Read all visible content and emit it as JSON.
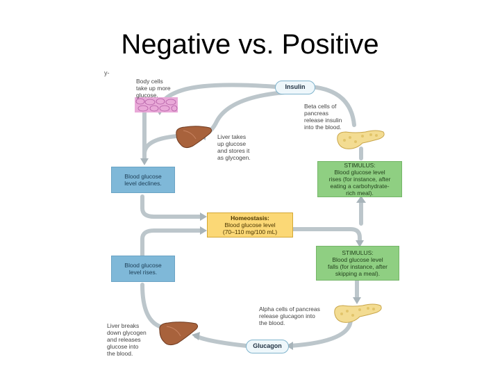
{
  "title": "Negative vs. Positive",
  "corner_mark": "y-",
  "hormones": {
    "insulin": "Insulin",
    "glucagon": "Glucagon"
  },
  "notes": {
    "body_cells": "Body cells\ntake up more\nglucose.",
    "liver_takes": "Liver takes\nup glucose\nand stores it\nas glycogen.",
    "beta_cells": "Beta cells of\npancreas\nrelease insulin\ninto the blood.",
    "alpha_cells": "Alpha cells of pancreas\nrelease glucagon into\nthe blood.",
    "liver_breaks": "Liver breaks\ndown glycogen\nand releases\nglucose into\nthe blood."
  },
  "boxes": {
    "declines": "Blood glucose\nlevel declines.",
    "rises": "Blood glucose\nlevel rises.",
    "stimulus_high": "STIMULUS:\nBlood glucose level\nrises (for instance, after\neating a carbohydrate-\nrich meal).",
    "stimulus_low": "STIMULUS:\nBlood glucose level\nfalls (for instance, after\nskipping a meal).",
    "homeostasis_head": "Homeostasis:",
    "homeostasis_body": "Blood glucose level\n(70–110 mg/100 mL)"
  },
  "colors": {
    "arrow": "#b9c3c8",
    "blue_box": "#7fb8d8",
    "green_box": "#8fcf82",
    "yellow_box": "#fbd876"
  },
  "icons": [
    "liver-icon",
    "pancreas-icon",
    "body-cells-icon"
  ]
}
